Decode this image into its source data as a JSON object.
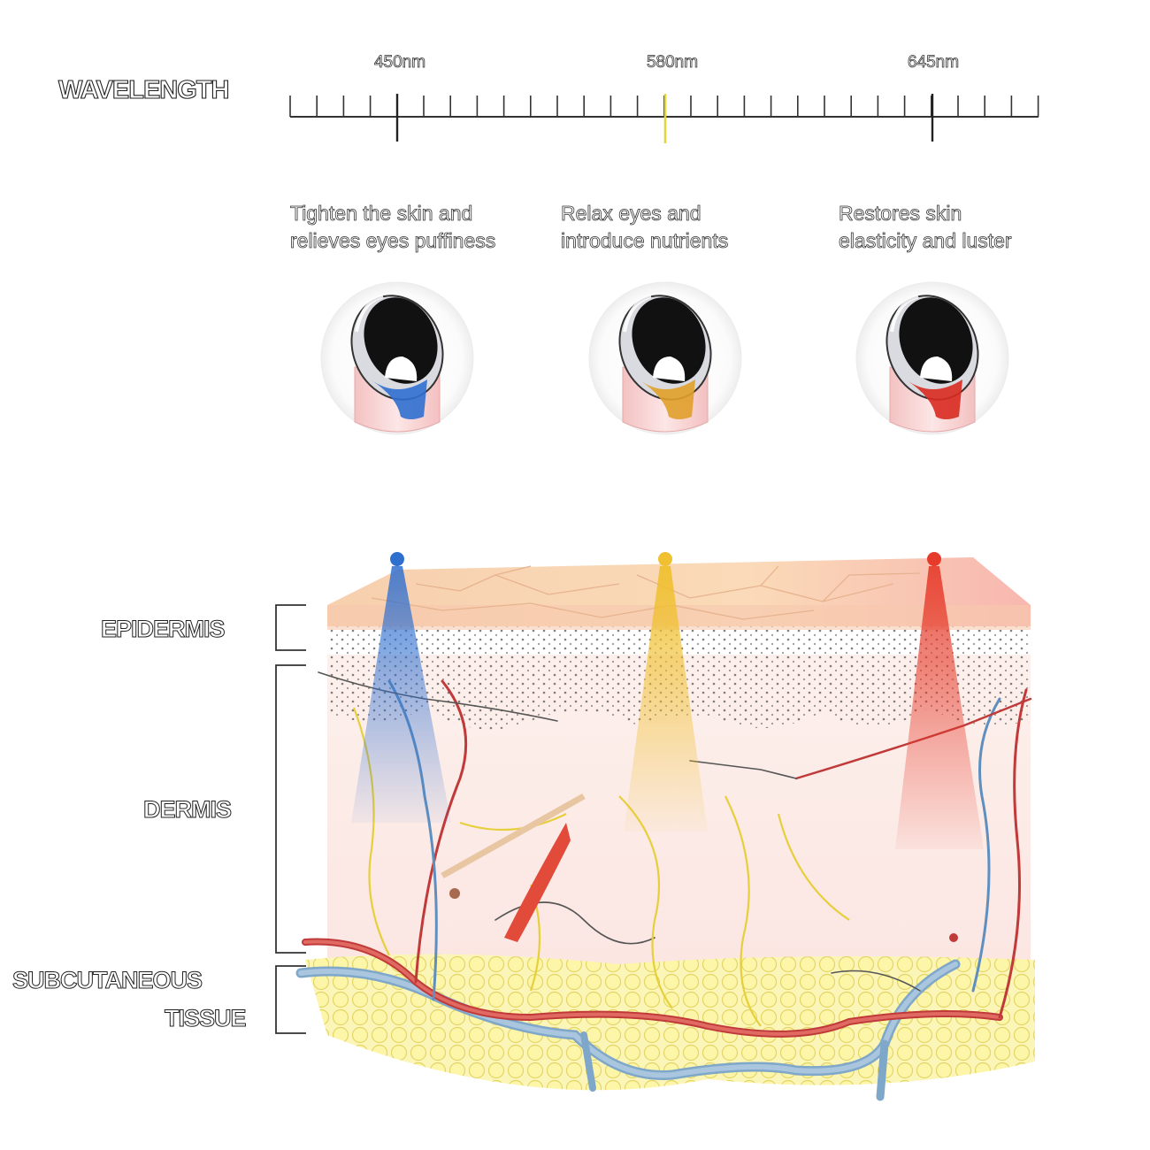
{
  "wavelength": {
    "title": "WAVELENGTH",
    "markers": [
      {
        "label": "450nm",
        "color": "#222222"
      },
      {
        "label": "580nm",
        "color": "#e6d23a"
      },
      {
        "label": "645nm",
        "color": "#222222"
      }
    ]
  },
  "benefits": [
    {
      "line1": "Tighten the skin and",
      "line2": "relieves eyes puffiness",
      "accent": "#2f6fd0"
    },
    {
      "line1": "Relax eyes and",
      "line2": "introduce nutrients",
      "accent": "#e0a02a"
    },
    {
      "line1": "Restores skin",
      "line2": "elasticity and luster",
      "accent": "#d82a20"
    }
  ],
  "layers": {
    "epidermis": "EPIDERMIS",
    "dermis": "DERMIS",
    "subcutaneous_line1": "SUBCUTANEOUS",
    "subcutaneous_line2": "TISSUE"
  },
  "beams": [
    {
      "color": "#2f6fd0"
    },
    {
      "color": "#f0c030"
    },
    {
      "color": "#e63a2a"
    }
  ]
}
